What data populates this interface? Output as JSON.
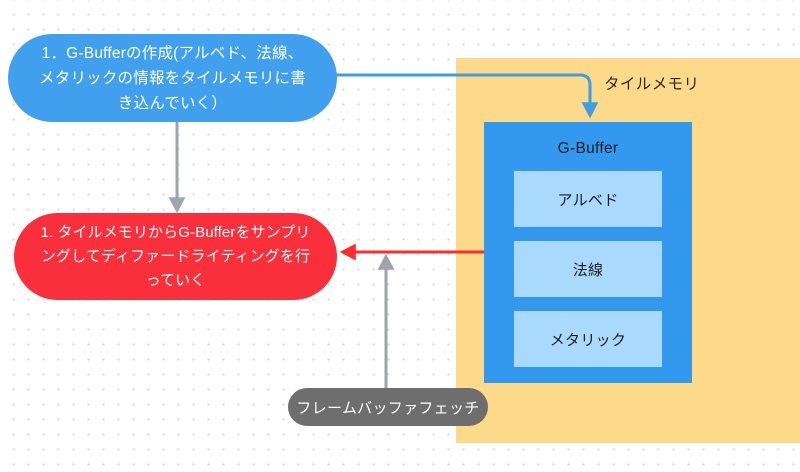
{
  "diagram": {
    "title_label": "タイルメモリ",
    "nodes": {
      "gbuffer_create": "1．G-Bufferの作成(アルベド、法線、メタリックの情報をタイルメモリに書き込んでいく）",
      "deferred_lighting": "1. タイルメモリからG-Bufferをサンプリングしてディファードライティングを行っていく",
      "framebuffer_fetch": "フレームバッファフェッチ"
    },
    "gbuffer": {
      "title": "G-Buffer",
      "slots": [
        {
          "label": "アルベド"
        },
        {
          "label": "法線"
        },
        {
          "label": "メタリック"
        }
      ]
    },
    "connectors": [
      {
        "name": "blue-elbow-arrow",
        "from": "gbuffer-create-node",
        "to": "gbuffer-box",
        "color": "#3c9de8"
      },
      {
        "name": "gray-down-arrow",
        "from": "gbuffer-create-node",
        "to": "deferred-lighting-node",
        "color": "#9aa5ad"
      },
      {
        "name": "red-left-arrow",
        "from": "gbuffer-box",
        "to": "deferred-lighting-node",
        "color": "#fb2c2c"
      },
      {
        "name": "gray-up-arrow",
        "from": "framebuffer-fetch-node",
        "to": "red-left-arrow",
        "color": "#9aa5ad"
      }
    ],
    "colors": {
      "background": "#ffffff",
      "grid_dot": "#d9d9de",
      "tile_memory_panel": "#fdd98a",
      "gbuffer_box": "#3399ee",
      "gbuffer_slot": "#a9d9fc",
      "node_blue": "#41a0ed",
      "node_red": "#f9303b",
      "node_gray": "#6f6e6e",
      "arrow_blue": "#3c9de8",
      "arrow_red": "#fb2c2c",
      "arrow_gray": "#9aa5ad"
    }
  }
}
